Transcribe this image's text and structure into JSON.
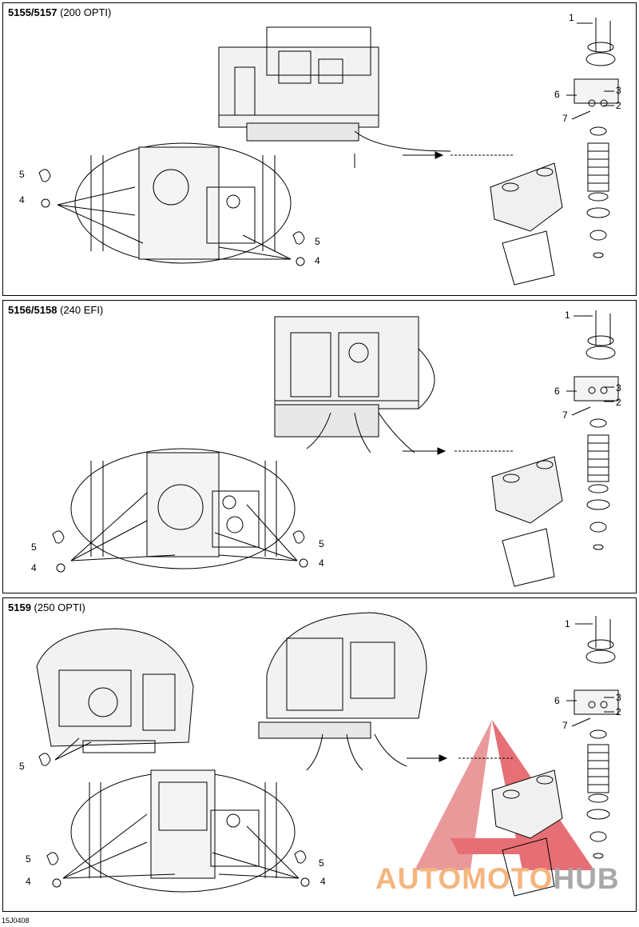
{
  "sections": [
    {
      "model": "5155/5157",
      "variant": "(200 OPTI)",
      "callouts": {
        "c1": "1",
        "c2": "2",
        "c3": "3",
        "c5a": "5",
        "c4a": "4",
        "c5b": "5",
        "c4b": "4",
        "c6": "6",
        "c7": "7"
      }
    },
    {
      "model": "5156/5158",
      "variant": "(240 EFI)",
      "callouts": {
        "c1": "1",
        "c2": "2",
        "c3": "3",
        "c5a": "5",
        "c4a": "4",
        "c5b": "5",
        "c4b": "4",
        "c6": "6",
        "c7": "7"
      }
    },
    {
      "model": "5159",
      "variant": "(250 OPTI)",
      "callouts": {
        "c1": "1",
        "c2": "2",
        "c3": "3",
        "c5a": "5",
        "c4a": "4",
        "c5b": "5",
        "c4b": "4",
        "c5c": "5",
        "c6": "6",
        "c7": "7"
      }
    }
  ],
  "drawing_code": "15J0408",
  "watermark": {
    "part1": "AUTOMOTO",
    "part2": "HUB",
    "color1": "#f5b57e",
    "color2": "#a9a9a9"
  }
}
